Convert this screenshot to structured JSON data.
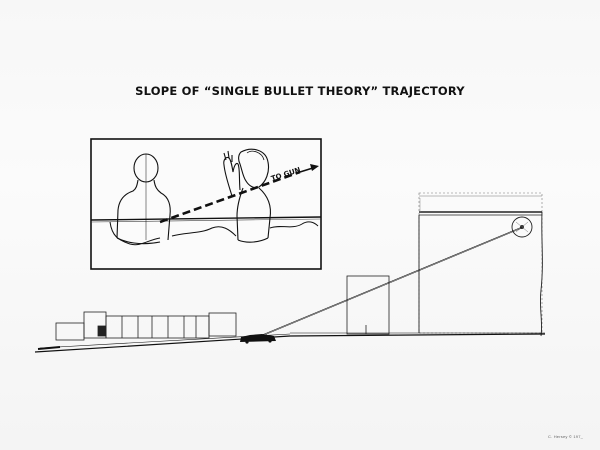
{
  "title": "SLOPE OF “SINGLE BULLET THEORY” TRAJECTORY",
  "inset": {
    "arrow_label": "TO GUN"
  },
  "credit": "C. Hersey © 197_",
  "colors": {
    "ink": "#111111",
    "paper": "#f7f7f7"
  }
}
